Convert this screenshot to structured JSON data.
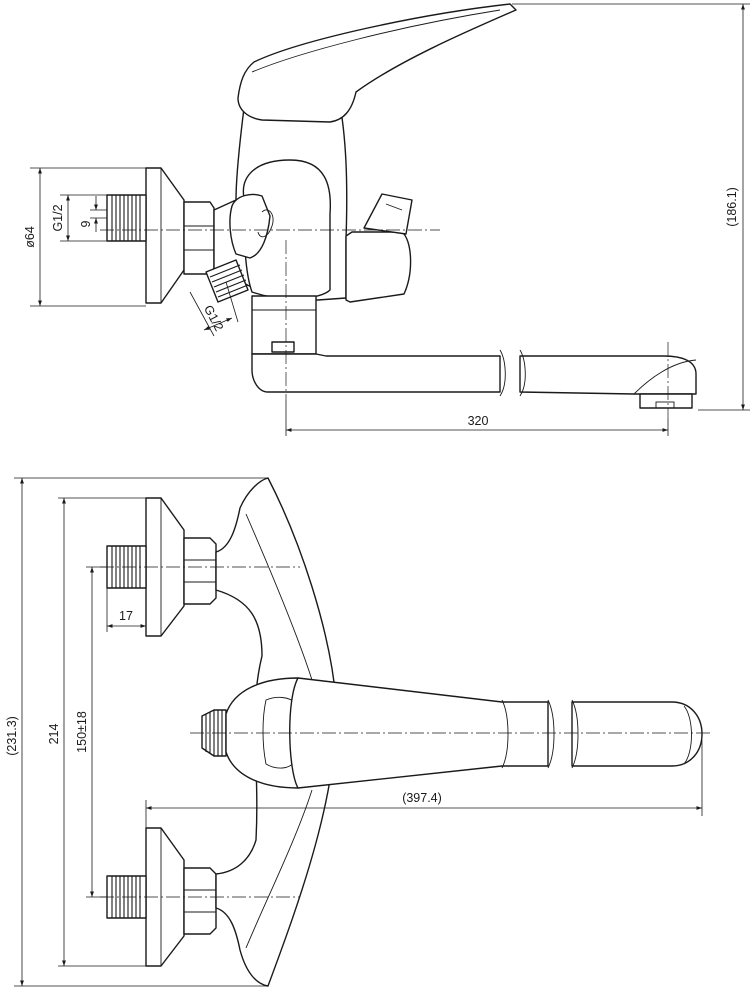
{
  "drawing": {
    "side_view": {
      "dims": {
        "outlet_height": "(186.1)",
        "spout_length": "320",
        "flange_diameter": "ø64",
        "thread_size": "G1/2",
        "thread_length": "9",
        "inlet_thread": "G1/2"
      }
    },
    "top_view": {
      "dims": {
        "overall_width": "(231.3)",
        "flange_distance": "214",
        "inlet_spacing": "150±18",
        "thread_depth": "17",
        "spout_reach": "(397.4)"
      }
    }
  }
}
